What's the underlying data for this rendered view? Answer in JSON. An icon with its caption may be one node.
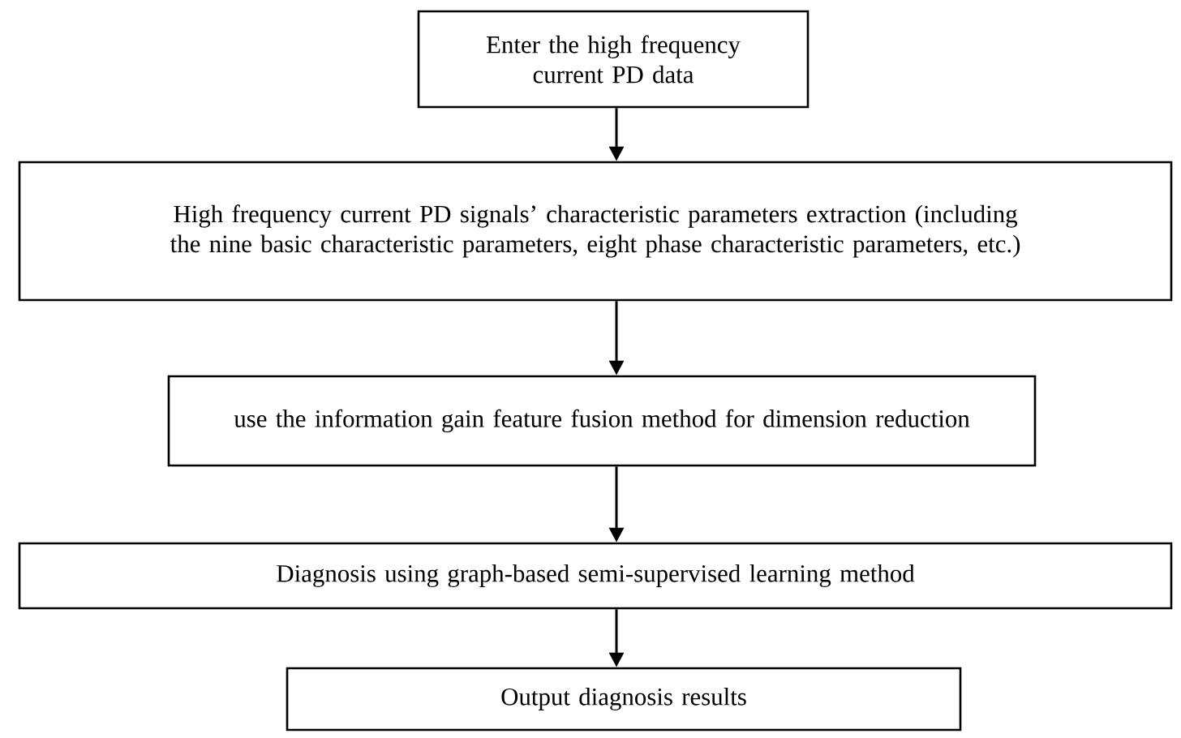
{
  "diagram": {
    "nodes": [
      {
        "text": [
          "Enter the high frequency current PD data"
        ]
      },
      {
        "text": [
          "High frequency current PD signals’ characteristic parameters extraction (including the nine basic characteristic parameters, eight phase characteristic parameters, etc.)"
        ]
      },
      {
        "text": [
          "use the information gain feature fusion method for dimension reduction"
        ]
      },
      {
        "text": [
          "Diagnosis using graph-based semi-supervised learning method"
        ]
      },
      {
        "text": [
          "Output diagnosis results"
        ]
      }
    ],
    "edges": [
      {
        "from": 0,
        "to": 1,
        "arrow": "to"
      },
      {
        "from": 1,
        "to": 2,
        "arrow": "to"
      },
      {
        "from": 2,
        "to": 3,
        "arrow": "to"
      },
      {
        "from": 3,
        "to": 4,
        "arrow": "to"
      }
    ]
  }
}
